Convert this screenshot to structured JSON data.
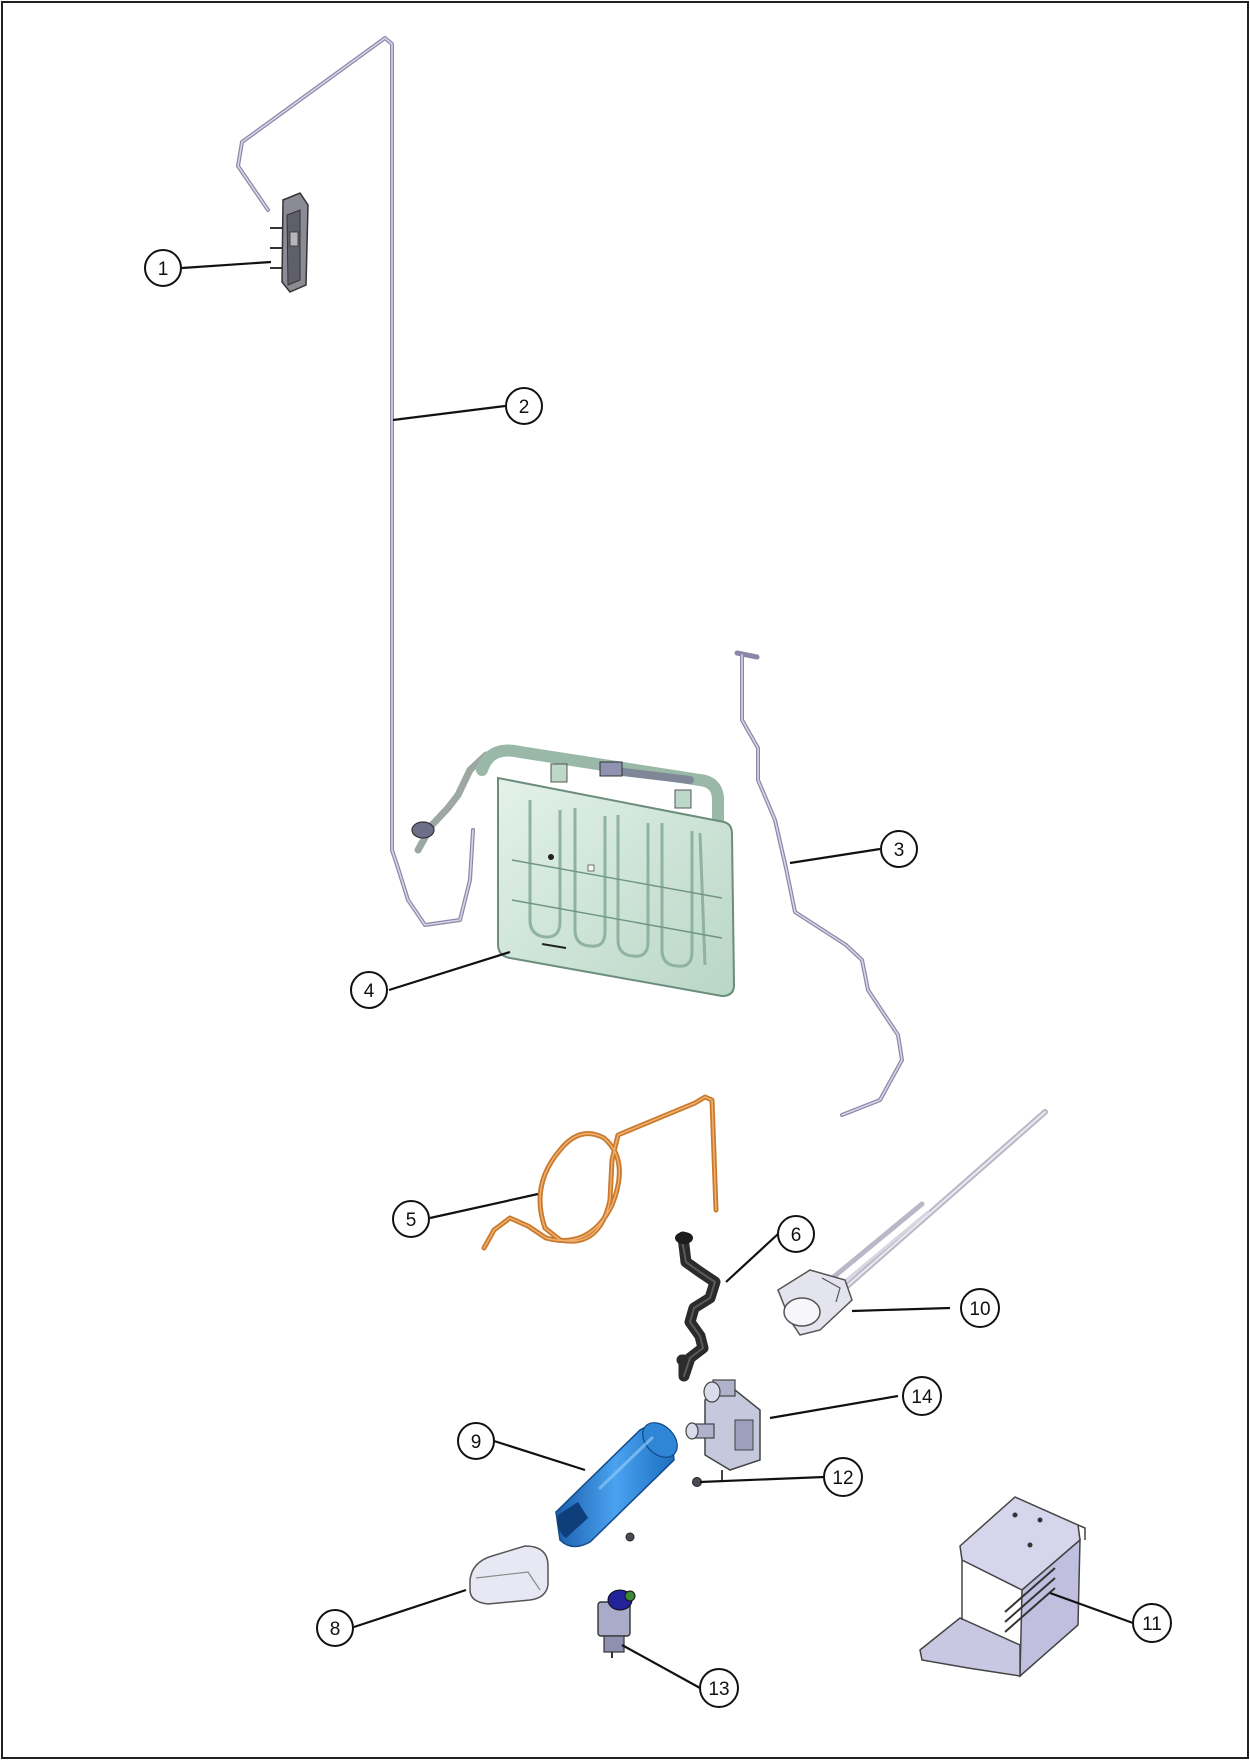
{
  "callouts": [
    {
      "id": "1",
      "label": "1"
    },
    {
      "id": "2",
      "label": "2"
    },
    {
      "id": "3",
      "label": "3"
    },
    {
      "id": "4",
      "label": "4"
    },
    {
      "id": "5",
      "label": "5"
    },
    {
      "id": "6",
      "label": "6"
    },
    {
      "id": "8",
      "label": "8"
    },
    {
      "id": "9",
      "label": "9"
    },
    {
      "id": "10",
      "label": "10"
    },
    {
      "id": "11",
      "label": "11"
    },
    {
      "id": "12",
      "label": "12"
    },
    {
      "id": "13",
      "label": "13"
    },
    {
      "id": "14",
      "label": "14"
    }
  ],
  "colors": {
    "tubing": "#8c86a8",
    "evaporator": "#cfe6da",
    "copper_tube": "#c97a2c",
    "drain_hose": "#2b2b2b",
    "filter": "#2f86d6",
    "bracket": "#c9c8e3"
  }
}
